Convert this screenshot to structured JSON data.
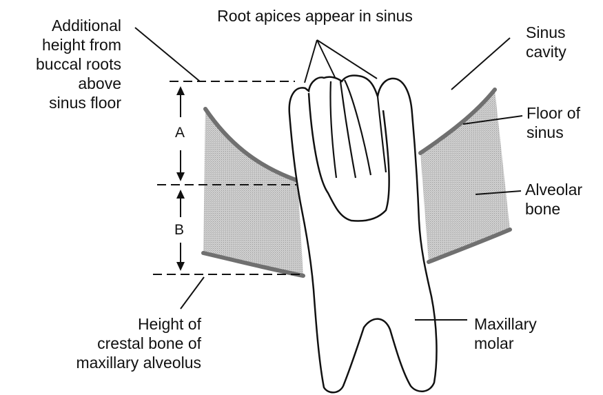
{
  "labels": {
    "root_apices": "Root apices appear in sinus",
    "additional_height": "Additional\nheight from\nbuccal roots\nabove\nsinus floor",
    "sinus_cavity": "Sinus\ncavity",
    "floor_of_sinus": "Floor of\nsinus",
    "alveolar_bone": "Alveolar\nbone",
    "crestal_height": "Height of\ncrestal bone of\nmaxillary alveolus",
    "maxillary_molar": "Maxillary\nmolar",
    "dim_a": "A",
    "dim_b": "B"
  },
  "colors": {
    "bone_fill": "#c9c9c9",
    "floor_line": "#707070",
    "outline": "#111111",
    "background": "#ffffff"
  }
}
